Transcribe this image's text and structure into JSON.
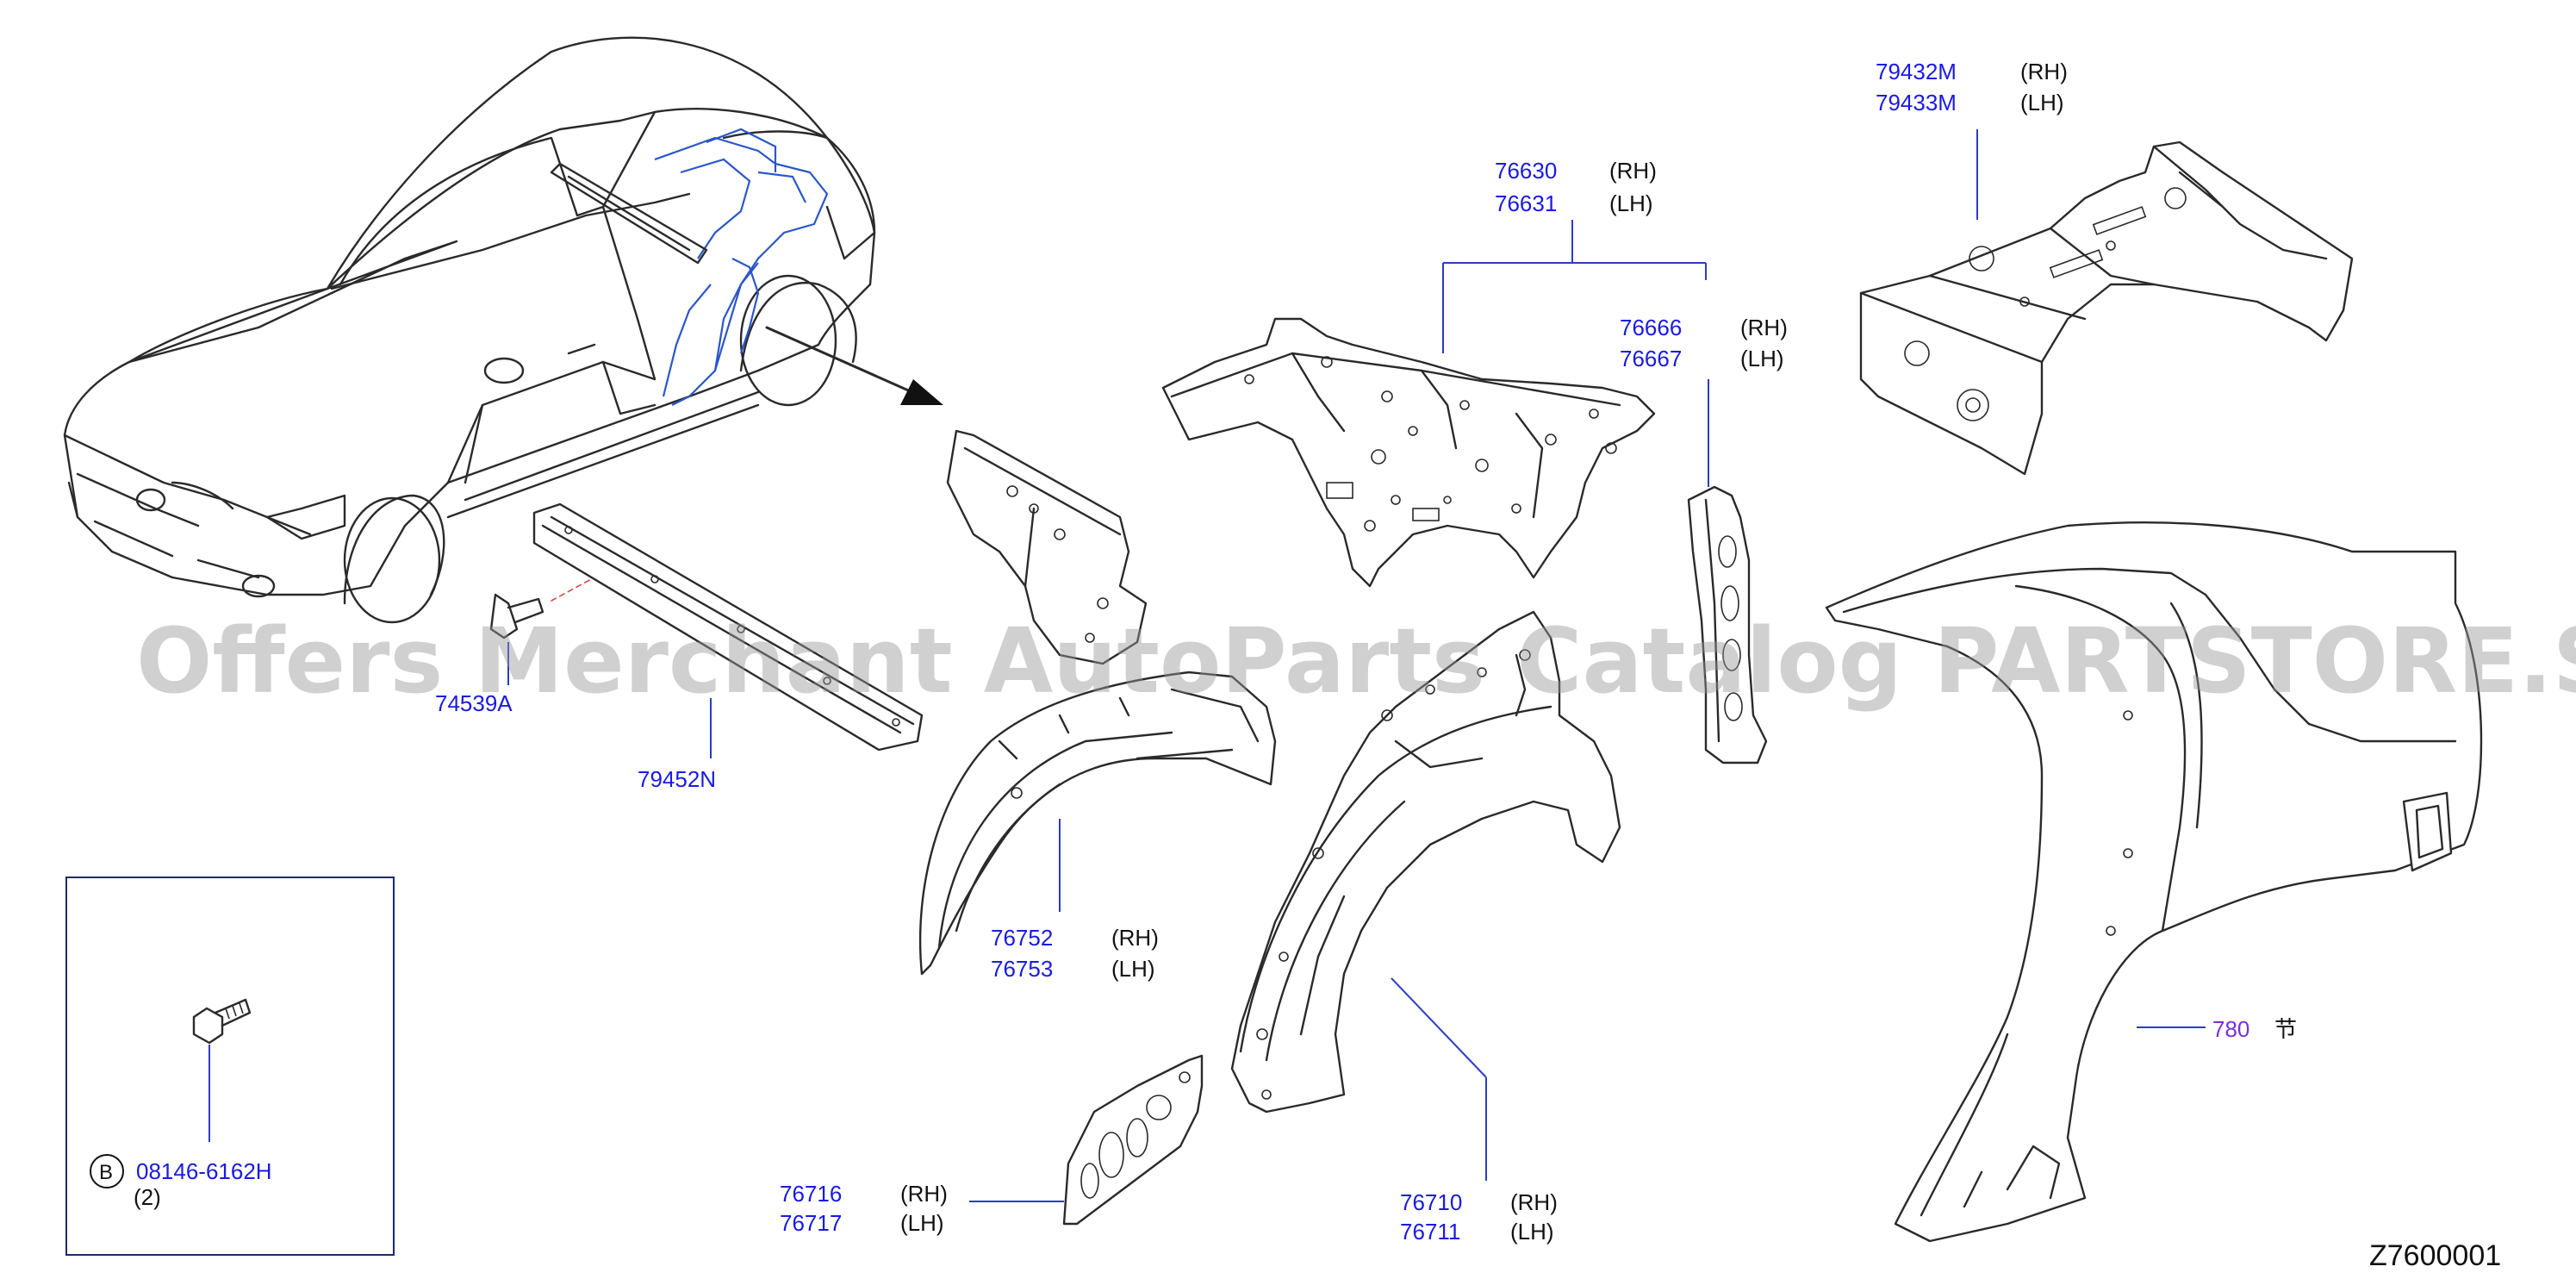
{
  "watermark": "Offers Merchant AutoParts Catalog PARTSTORE.SA",
  "diagram_id": "Z7600001",
  "callouts": {
    "p79432M": "79432M",
    "p79433M": "79433M",
    "p76630": "76630",
    "p76631": "76631",
    "p76666": "76666",
    "p76667": "76667",
    "p74539A": "74539A",
    "p79452N": "79452N",
    "p76752": "76752",
    "p76753": "76753",
    "p76716": "76716",
    "p76717": "76717",
    "p76710": "76710",
    "p76711": "76711",
    "p780": "780",
    "p780_suffix": "节",
    "p08146": "08146-6162H"
  },
  "sides": {
    "rh": "(RH)",
    "lh": "(LH)"
  },
  "bolt_box": {
    "symbol": "B",
    "quantity": "(2)"
  },
  "colors": {
    "part_number": "#1a1ae0",
    "part_number_alt": "#7a2fd9",
    "highlight": "#2b56c9"
  }
}
